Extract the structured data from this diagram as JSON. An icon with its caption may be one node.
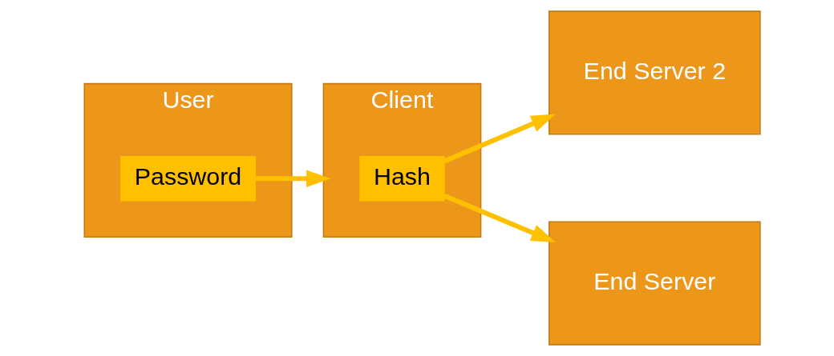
{
  "diagram": {
    "nodes": [
      {
        "text": [
          "User"
        ]
      },
      {
        "text": [
          "Password"
        ],
        "in": 0
      },
      {
        "text": [
          "Client"
        ]
      },
      {
        "text": [
          "Hash"
        ],
        "in": 2
      },
      {
        "text": [
          "End Server 2"
        ]
      },
      {
        "text": [
          "End Server"
        ]
      }
    ],
    "edges": [
      {
        "from": 1,
        "to": 2,
        "arrow": "to"
      },
      {
        "from": 3,
        "to": 4,
        "arrow": "to"
      },
      {
        "from": 3,
        "to": 5,
        "arrow": "to"
      }
    ]
  }
}
